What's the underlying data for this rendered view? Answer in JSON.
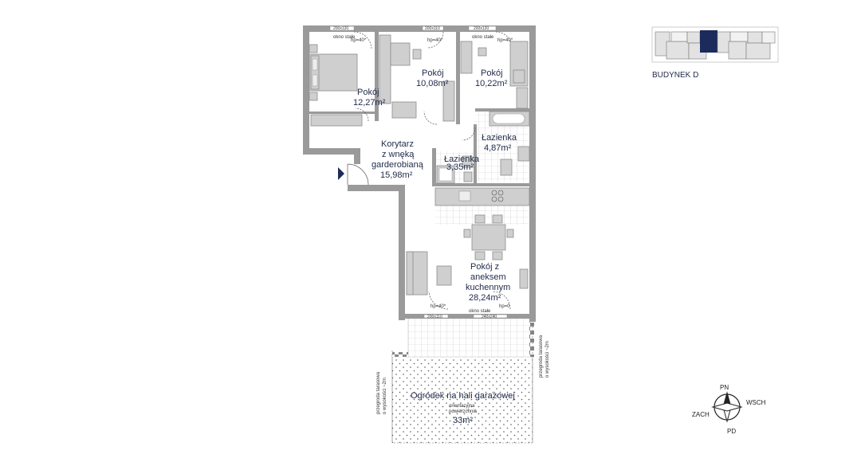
{
  "building": {
    "label": "BUDYNEK D",
    "highlight_color": "#1c2a5c"
  },
  "rooms": {
    "bedroom1": {
      "name": "Pokój",
      "area": "12,27m²"
    },
    "bedroom2": {
      "name": "Pokój",
      "area": "10,08m²"
    },
    "bedroom3": {
      "name": "Pokój",
      "area": "10,22m²"
    },
    "corridor": {
      "line1": "Korytarz",
      "line2": "z wnęką",
      "line3": "garderobianą",
      "area": "15,98m²"
    },
    "bath1": {
      "name": "Łazienka",
      "area": "4,87m²"
    },
    "bath2": {
      "name": "Łazienka",
      "area": "3,35m²"
    },
    "living": {
      "line1": "Pokój z",
      "line2": "aneksem",
      "line3": "kuchennym",
      "area": "28,24m²"
    },
    "garden": {
      "name": "Ogródek na hali garażowej",
      "note1": "orientacyjna",
      "note2": "powierzchnia",
      "area": "33m²"
    }
  },
  "annotations": {
    "okno_stale": "okno stałe",
    "hp40": "hp=40*",
    "hp0": "hp=0",
    "w1": "200x120",
    "w2": "200x110",
    "w3": "200x120",
    "w4": "200x110",
    "w5": "240x240",
    "partition_left_1": "przegroda tarasowa",
    "partition_left_2": "o wysokości ~2m",
    "partition_right_1": "przegroda tarasowa",
    "partition_right_2": "o wysokości ~2m"
  },
  "compass": {
    "n": "PN",
    "e": "WSCH",
    "w": "ZACH",
    "s": "PD"
  },
  "colors": {
    "wall": "#9a9a9a",
    "text": "#1f2a4a",
    "entrance": "#1c2a5c"
  }
}
